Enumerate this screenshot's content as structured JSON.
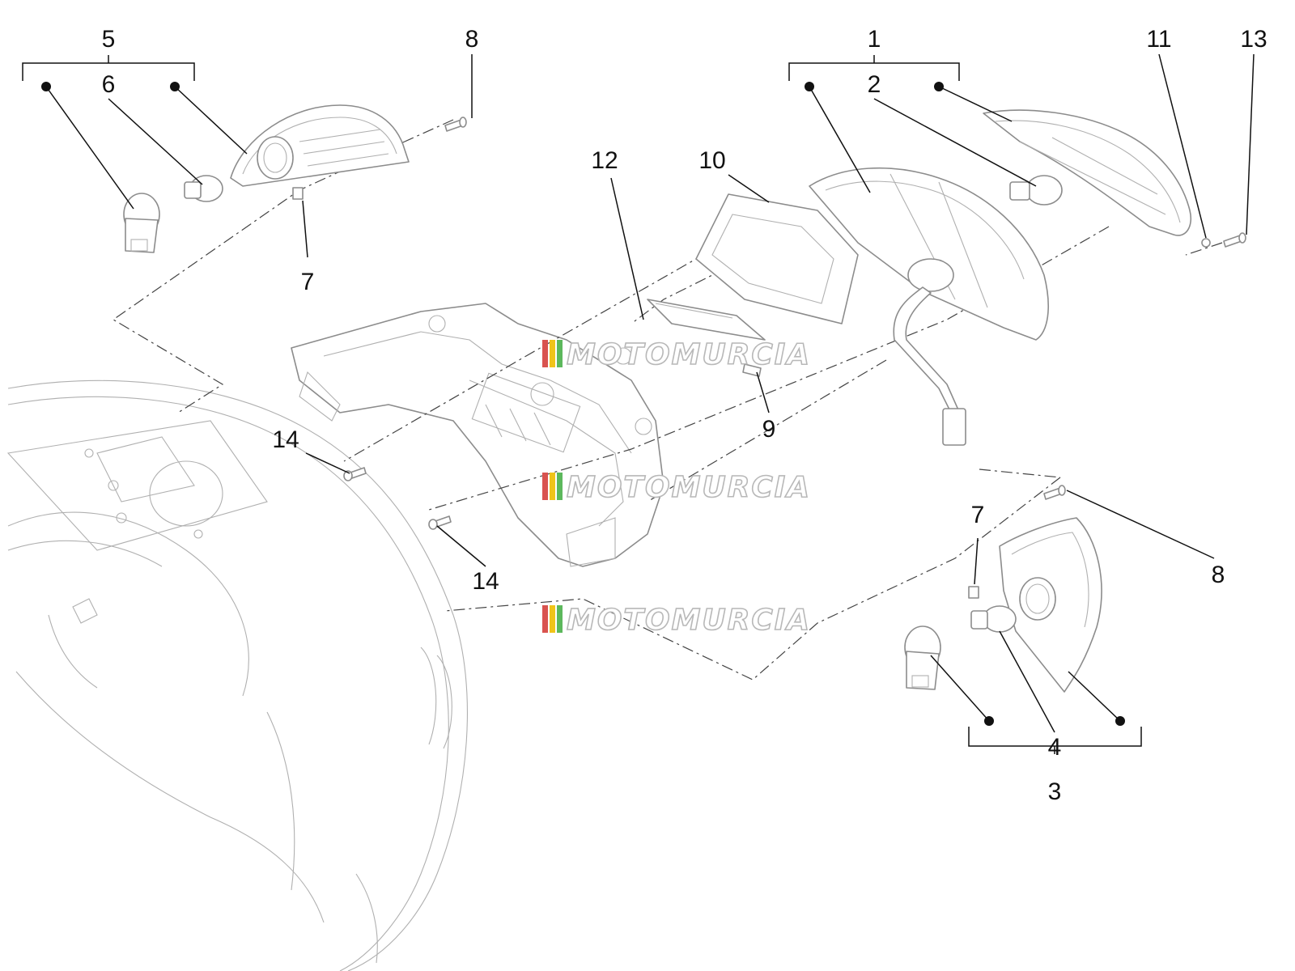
{
  "callouts": [
    {
      "id": "c5",
      "text": "5"
    },
    {
      "id": "c6",
      "text": "6"
    },
    {
      "id": "c8a",
      "text": "8"
    },
    {
      "id": "c7a",
      "text": "7"
    },
    {
      "id": "c1",
      "text": "1"
    },
    {
      "id": "c2",
      "text": "2"
    },
    {
      "id": "c11",
      "text": "11"
    },
    {
      "id": "c13",
      "text": "13"
    },
    {
      "id": "c12",
      "text": "12"
    },
    {
      "id": "c10",
      "text": "10"
    },
    {
      "id": "c9",
      "text": "9"
    },
    {
      "id": "c14a",
      "text": "14"
    },
    {
      "id": "c14b",
      "text": "14"
    },
    {
      "id": "c7b",
      "text": "7"
    },
    {
      "id": "c8b",
      "text": "8"
    },
    {
      "id": "c4",
      "text": "4"
    },
    {
      "id": "c3",
      "text": "3"
    }
  ],
  "watermark": {
    "text": "MOTOMURCIA",
    "stripe_colors": [
      "#d9534f",
      "#f0c419",
      "#5cb85c"
    ]
  }
}
